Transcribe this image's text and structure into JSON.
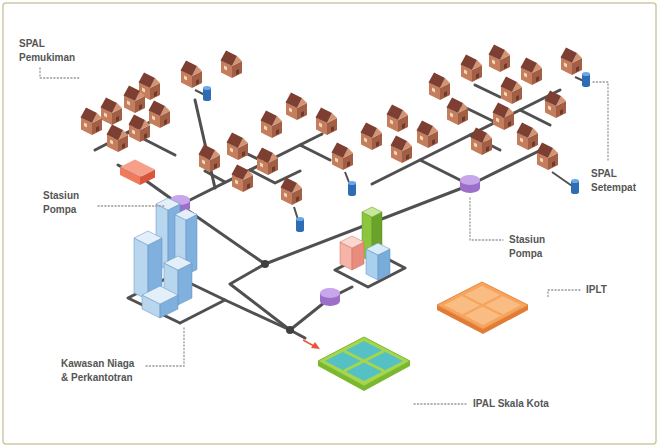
{
  "diagram": {
    "labels": [
      "SPAL Pemukiman",
      "SPAL Setempat",
      "Stasiun Pompa",
      "Stasiun Pompa",
      "IPLT",
      "Kawasan Niaga & Perkantotran",
      "IPAL Skala Kota"
    ]
  }
}
